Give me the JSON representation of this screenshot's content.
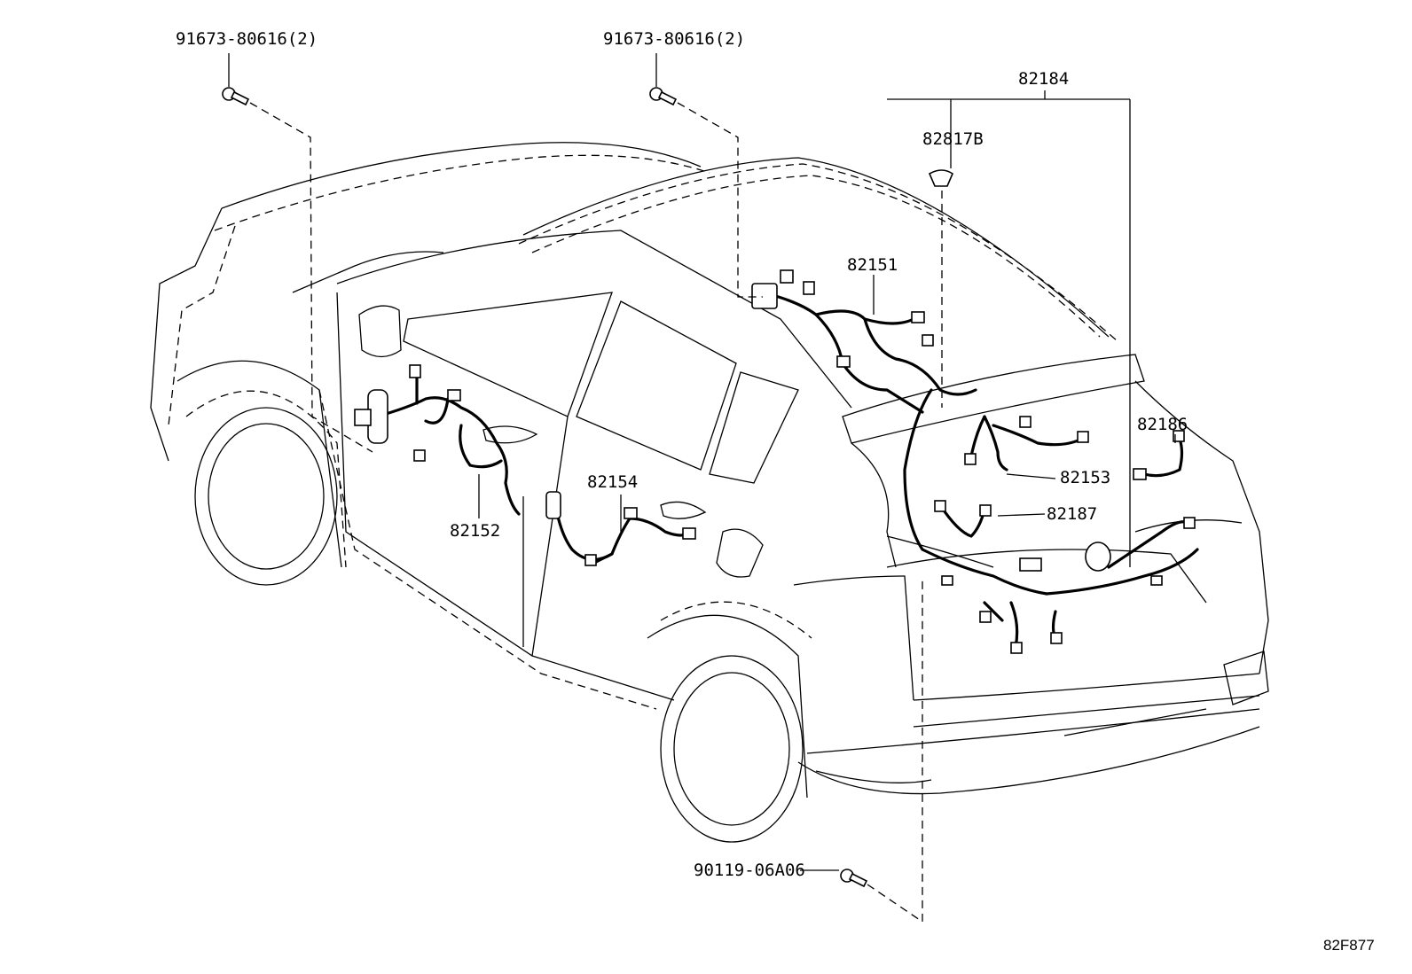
{
  "diagram": {
    "figure_code": "82F877",
    "callouts": {
      "bolt_left": "91673-80616(2)",
      "bolt_center": "91673-80616(2)",
      "p82184": "82184",
      "p82817b": "82817B",
      "p82151": "82151",
      "p82152": "82152",
      "p82154": "82154",
      "p82153": "82153",
      "p82187": "82187",
      "p82186": "82186",
      "bolt_bottom": "90119-06A06"
    }
  }
}
